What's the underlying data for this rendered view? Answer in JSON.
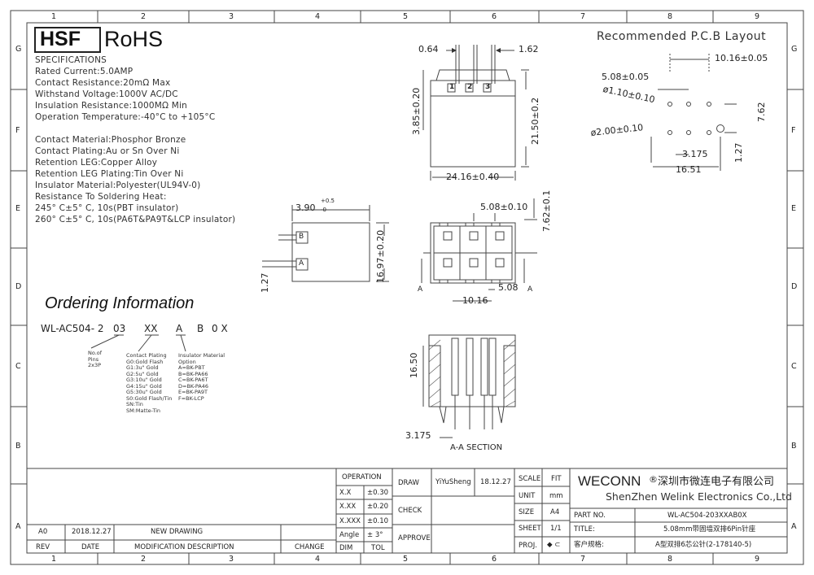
{
  "frame": {
    "col_labels": [
      "1",
      "2",
      "3",
      "4",
      "5",
      "6",
      "7",
      "8",
      "9"
    ],
    "row_labels": [
      "G",
      "F",
      "E",
      "D",
      "C",
      "B",
      "A"
    ]
  },
  "logo": {
    "hsf": "HSF",
    "rohs": "RoHS"
  },
  "specifications": {
    "title": "SPECIFICATIONS",
    "lines": [
      "Rated Current:5.0AMP",
      "Contact Resistance:20mΩ Max",
      "Withstand Voltage:1000V AC/DC",
      "Insulation Resistance:1000MΩ Min",
      "Operation Temperature:-40°C to +105°C"
    ],
    "materials": [
      "Contact Material:Phosphor Bronze",
      "Contact Plating:Au or Sn Over Ni",
      "Retention LEG:Copper Alloy",
      "Retention LEG Plating:Tin Over Ni",
      "Insulator Material:Polyester(UL94V-0)",
      "Resistance To Soldering Heat:",
      "245° C±5° C, 10s(PBT insulator)",
      "260° C±5° C, 10s(PA6T&PA9T&LCP insulator)"
    ]
  },
  "ordering": {
    "title": "Ordering Information",
    "code_prefix": "WL-AC504- 2",
    "code_03": "03",
    "code_xx": "XX",
    "code_a": "A",
    "code_b": "B",
    "code_0x": "0 X",
    "pins_desc": "No.of\nPins\n2x3P",
    "plating_desc": "Contact Plating\nG0:Gold Flash\nG1:3u\" Gold\nG2:5u\" Gold\nG3:10u\" Gold\nG4:15u\" Gold\nG5:30u\" Gold\nS0:Gold Flash/Tin\nSN:Tin\nSM:Matte-Tin",
    "insulator_desc": "Insulator Material\nOption\nA=BK-PBT\nB=BK-PA66\nC=BK-PA6T\nD=BK-PA46\nE=BK-PA9T\nF=BK-LCP"
  },
  "pcb": {
    "title": "Recommended P.C.B Layout",
    "dims": {
      "d1": "10.16±0.05",
      "d2": "5.08±0.05",
      "d3": "ø1.10±0.10",
      "d4": "ø2.00±0.10",
      "d5": "7.62",
      "d6": "3.175",
      "d7": "16.51",
      "d8": "1.27"
    }
  },
  "dimensions": {
    "front_064": "0.64",
    "front_162": "1.62",
    "front_385": "3.85±0.20",
    "front_2150": "21.50±0.2",
    "front_2416": "24.16±0.40",
    "pin1": "1",
    "pin2": "2",
    "pin3": "3",
    "side_390": "3.90",
    "side_390_sup": "+0.5",
    "side_390_sub": "-0",
    "side_127": "1.27",
    "side_1697": "16.97±0.20",
    "side_b": "B",
    "side_a": "A",
    "top_508_010": "5.08±0.10",
    "top_762": "7.62±0.1",
    "top_508": "5.08",
    "top_1016": "10.16",
    "section_a_left": "A",
    "section_a_right": "A",
    "sec_1650": "16.50",
    "sec_3175": "3.175",
    "section_label": "A-A  SECTION"
  },
  "title_block": {
    "operation": "OPERATION",
    "tol_rows": [
      {
        "k": "X.X",
        "v": "±0.30"
      },
      {
        "k": "X.XX",
        "v": "±0.20"
      },
      {
        "k": "X.XXX",
        "v": "±0.10"
      },
      {
        "k": "Angle",
        "v": "± 3°"
      }
    ],
    "dim_label": "DIM",
    "tol_label": "TOL",
    "draw": "DRAW",
    "drawer": "YiYuSheng",
    "draw_date": "18.12.27",
    "check": "CHECK",
    "approve": "APPROVE",
    "scale": "SCALE",
    "scale_val": "FIT",
    "unit": "UNIT",
    "unit_val": "mm",
    "size": "SIZE",
    "size_val": "A4",
    "sheet": "SHEET",
    "sheet_val": "1/1",
    "proj": "PROJ.",
    "proj_symbol": "◆ ⊂",
    "company_en": "WECONN",
    "company_reg": "®",
    "company_cn": "深圳市微连电子有限公司",
    "company_en2": "ShenZhen Welink Electronics Co.,Ltd",
    "part_no_label": "PART NO.",
    "part_no": "WL-AC504-203XXAB0X",
    "title_label": "TITLE:",
    "title_val": "5.08mm带固墙双排6Pin针座",
    "customer_label": "客户规格:",
    "customer_val": "A型双排6芯公针(2-178140-5)",
    "rev_row": {
      "rev": "A0",
      "date": "2018.12.27",
      "desc": "NEW DRAWING"
    },
    "rev_hdr": {
      "rev": "REV",
      "date": "DATE",
      "desc": "MODIFICATION DESCRIPTION",
      "change": "CHANGE"
    }
  }
}
